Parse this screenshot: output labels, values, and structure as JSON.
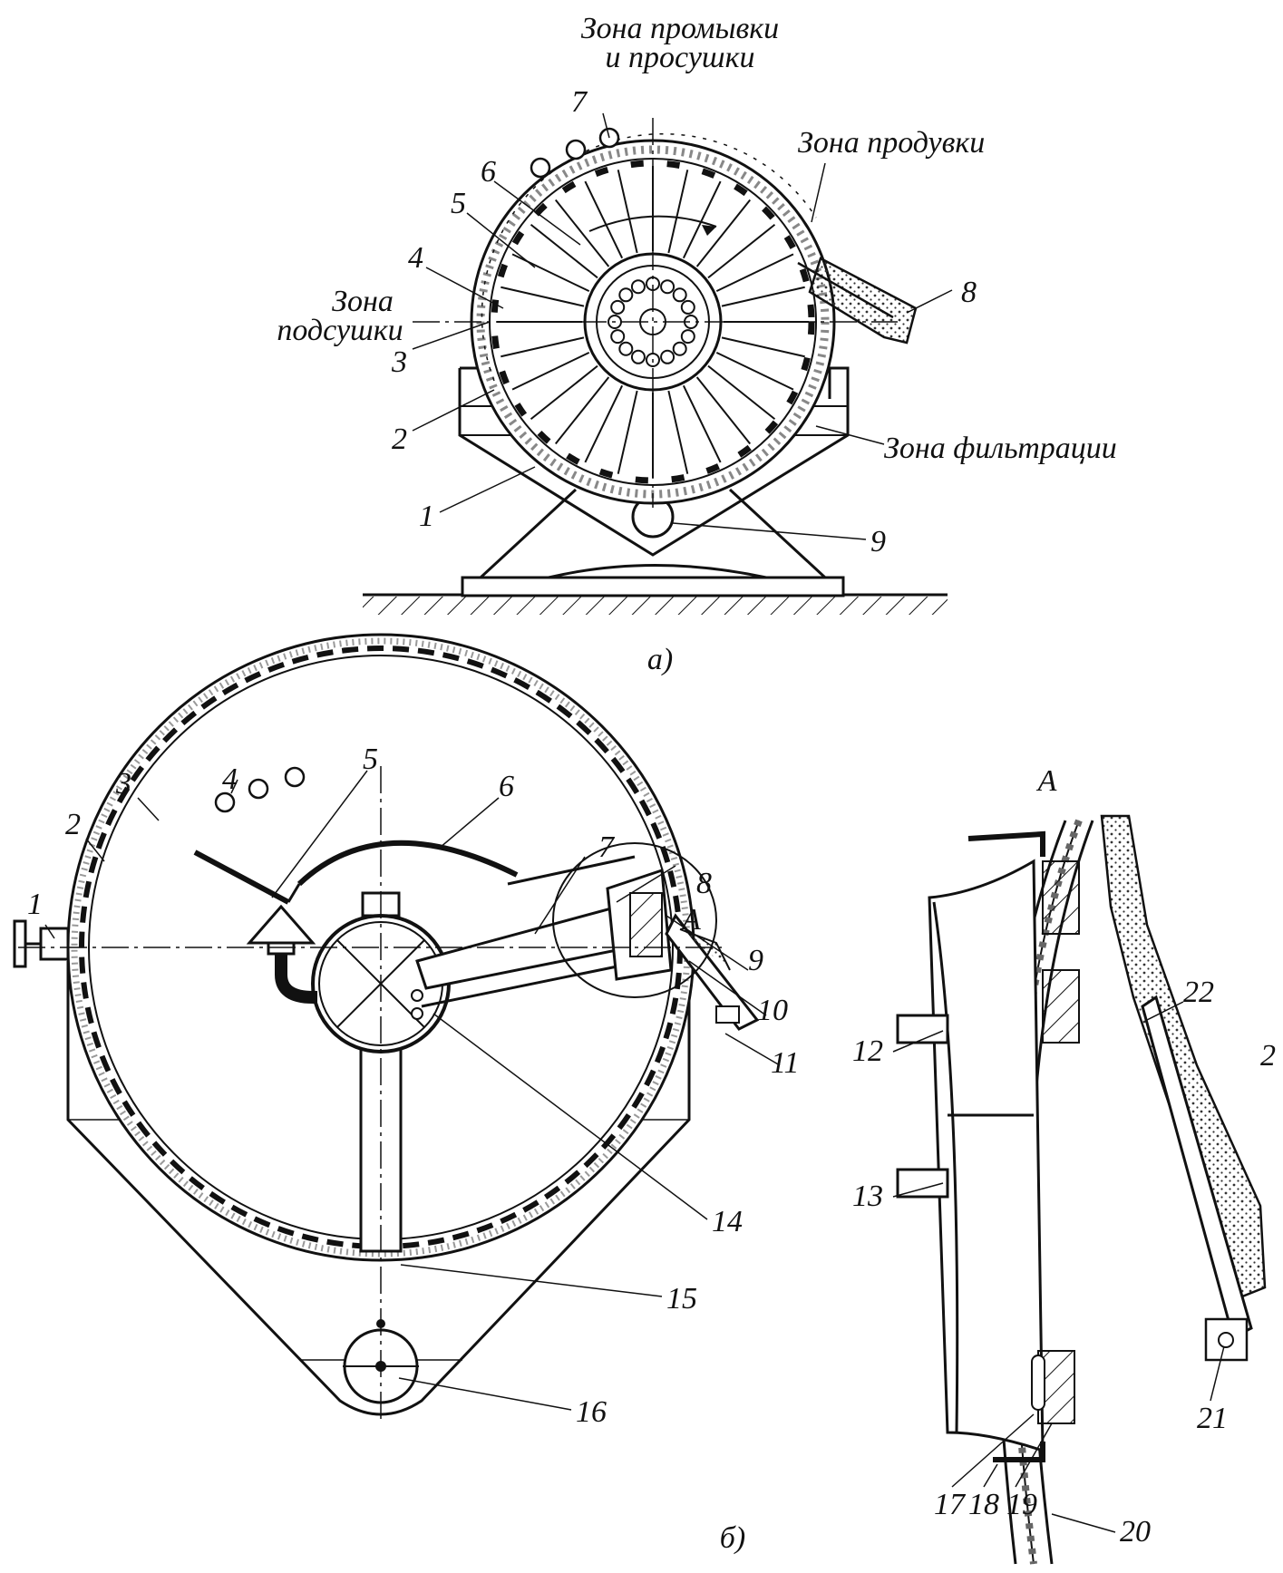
{
  "figure_a": {
    "caption": "а)",
    "zones": {
      "wash_dry_line1": "Зона промывки",
      "wash_dry_line2": "и просушки",
      "blow": "Зона продувки",
      "predry_line1": "Зона",
      "predry_line2": "подсушки",
      "filtration": "Зона фильтрации"
    },
    "labels": [
      "1",
      "2",
      "3",
      "4",
      "5",
      "6",
      "7",
      "8",
      "9"
    ]
  },
  "figure_b": {
    "caption": "б)",
    "labels": [
      "1",
      "2",
      "3",
      "4",
      "5",
      "6",
      "7",
      "8",
      "9",
      "10",
      "11",
      "14",
      "15",
      "16"
    ],
    "callout": "A"
  },
  "detail_A": {
    "title": "A",
    "labels": [
      "12",
      "13",
      "17",
      "18",
      "19",
      "20",
      "21",
      "22",
      "2"
    ]
  },
  "colors": {
    "ink": "#111111",
    "background": "#ffffff",
    "cake": "#777777"
  }
}
